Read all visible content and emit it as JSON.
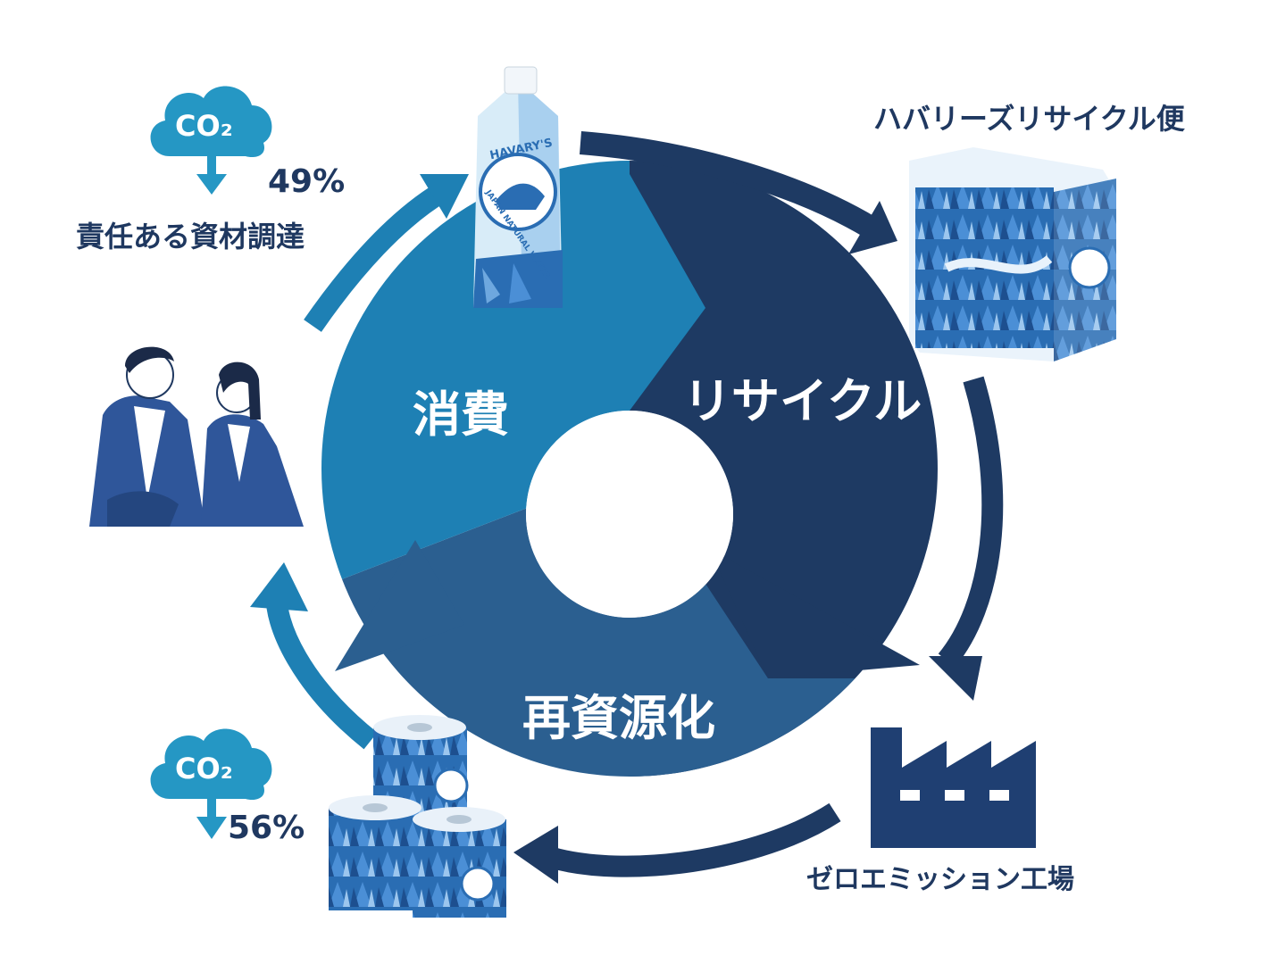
{
  "colors": {
    "consumption": "#1e80b4",
    "recycle": "#1e3a63",
    "regeneration": "#2b5f90",
    "outer_arrow_blue": "#1e80b4",
    "outer_arrow_navy": "#1e3a63",
    "cloud": "#2597c4",
    "factory": "#1f3f72"
  },
  "segments": {
    "consumption": "消費",
    "recycle": "リサイクル",
    "regeneration": "再資源化"
  },
  "labels": {
    "recycle_service": "ハバリーズリサイクル便",
    "responsible_sourcing": "責任ある資材調達",
    "zero_emission_factory": "ゼロエミッション工場"
  },
  "co2_badges": [
    {
      "text": "CO₂",
      "change": "49%"
    },
    {
      "text": "CO₂",
      "change": "56%"
    }
  ],
  "product": {
    "brand": "HAVARY'S",
    "carton_text": "JAPAN NATURAL WATER"
  },
  "icons": [
    "cloud-icon",
    "down-arrow-icon",
    "factory-icon",
    "people-illustration",
    "water-carton-illustration",
    "gift-box-illustration",
    "toilet-paper-illustration"
  ]
}
